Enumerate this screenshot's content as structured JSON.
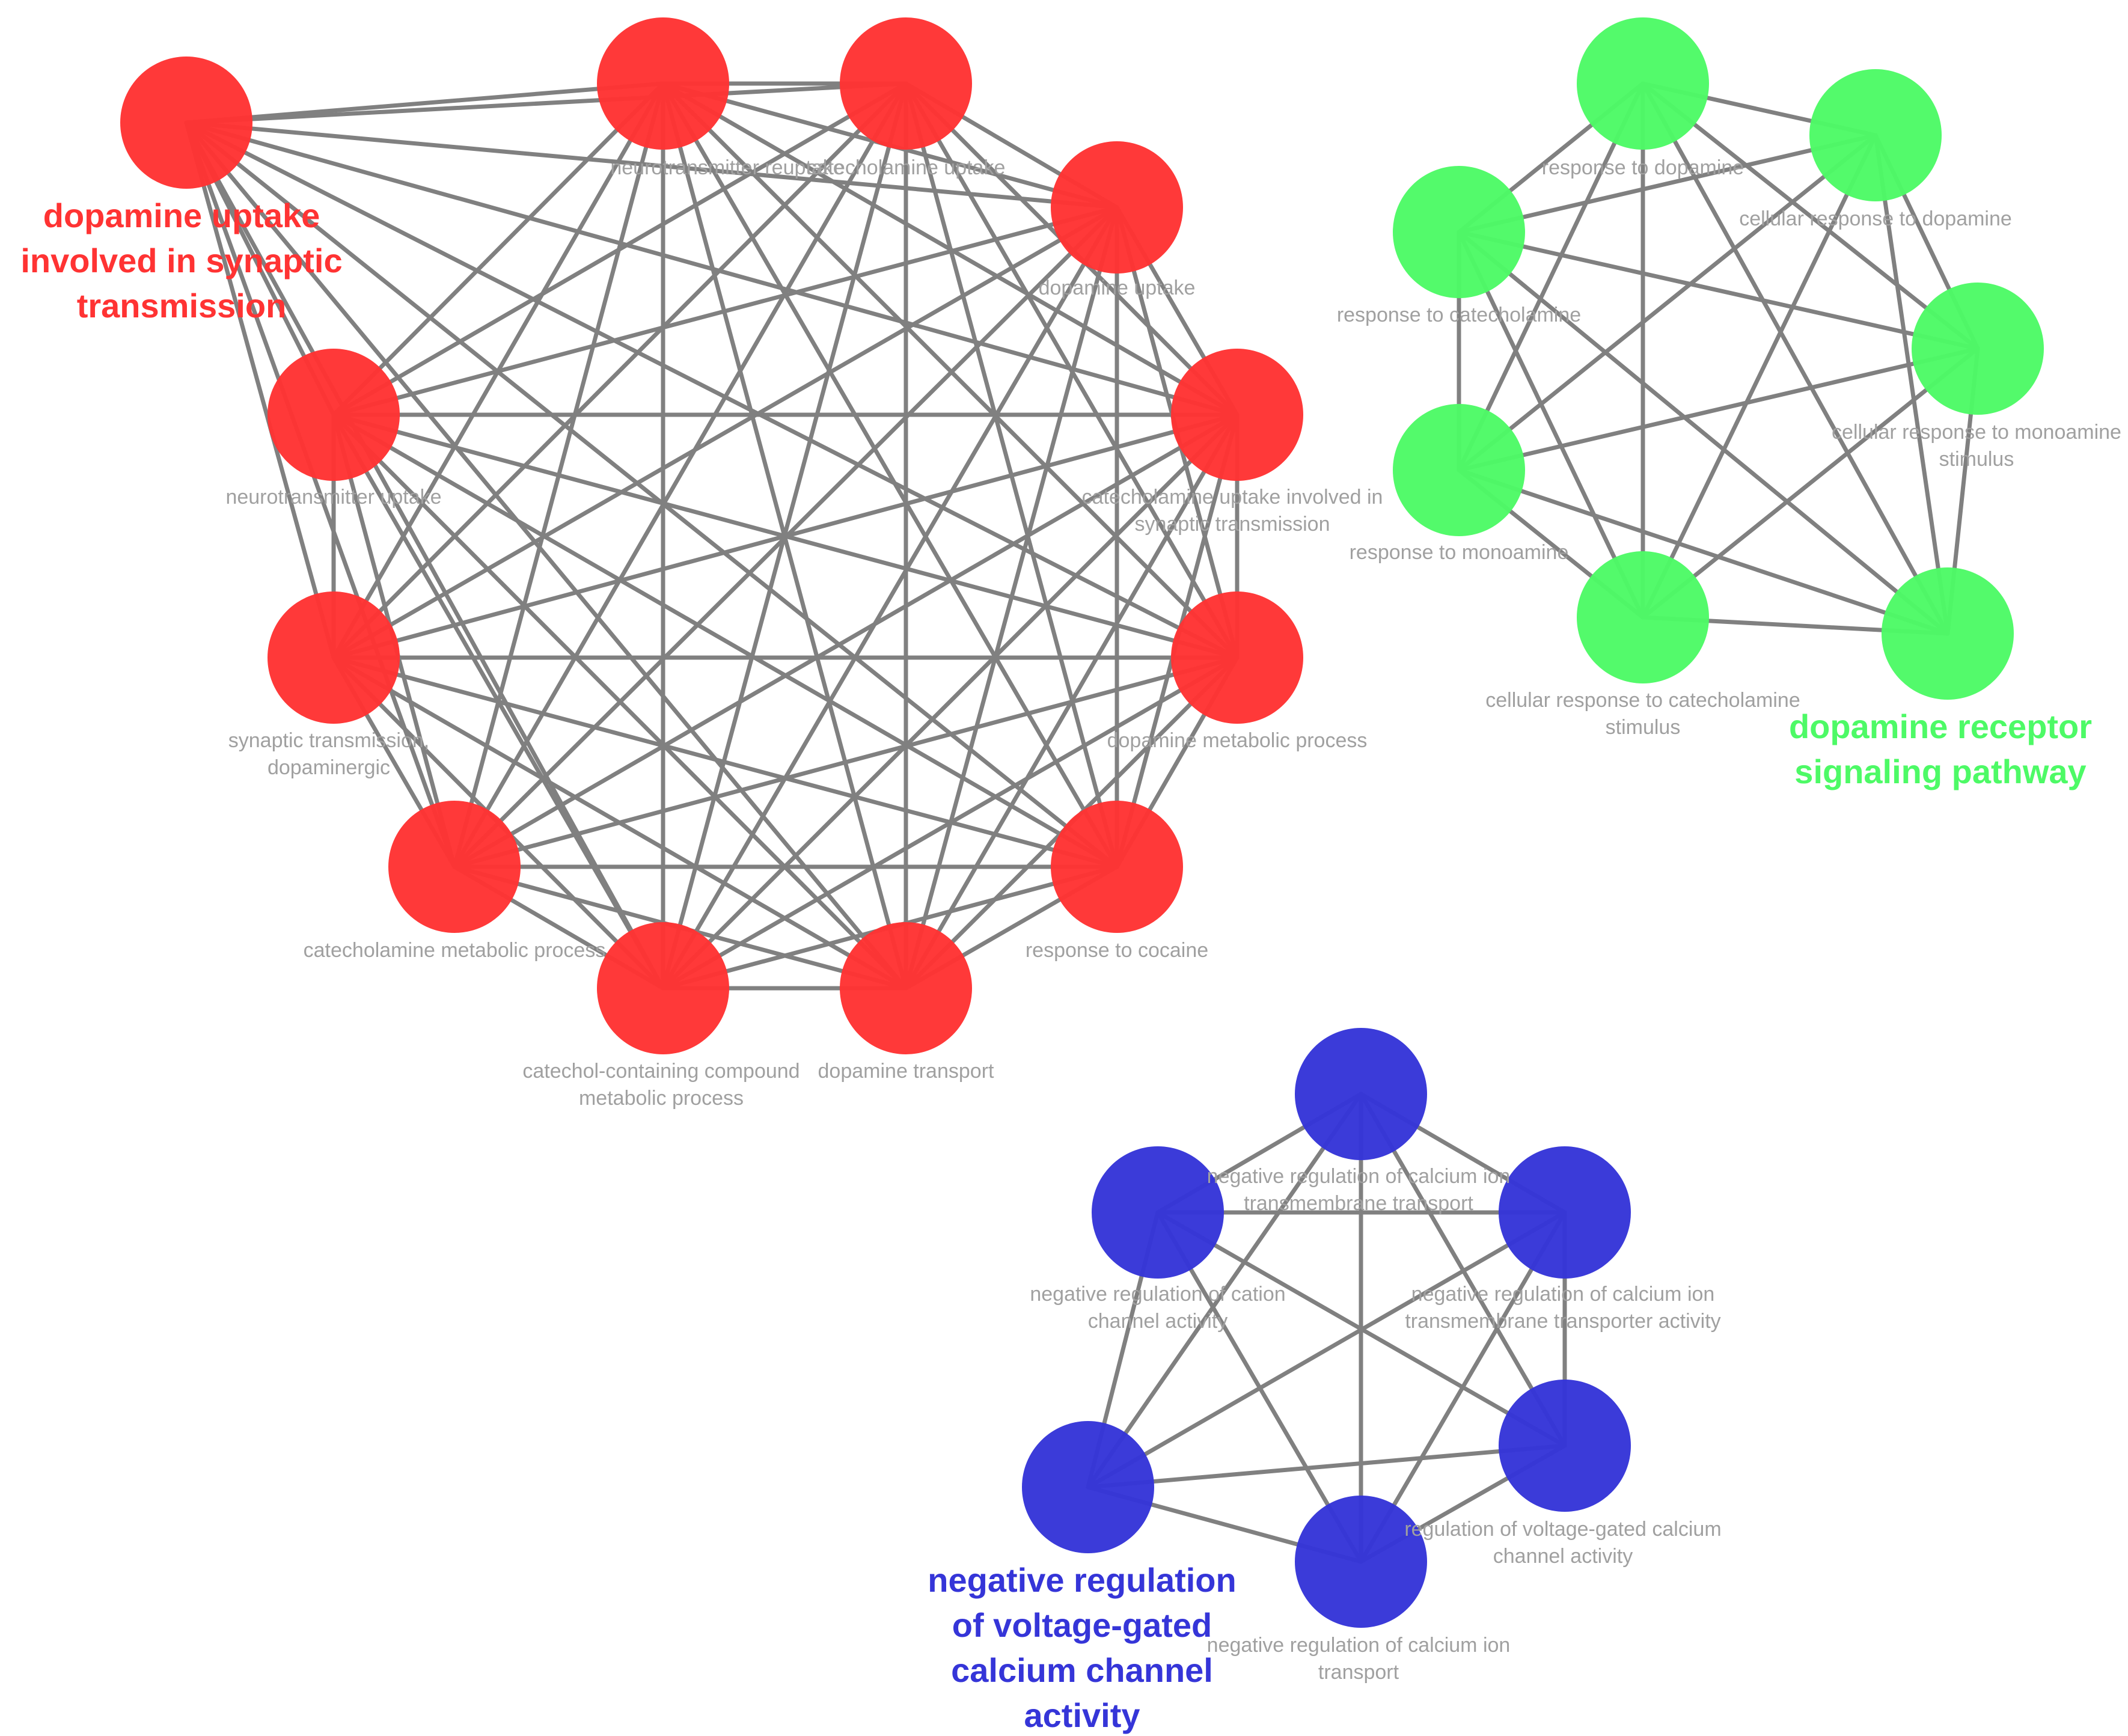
{
  "colors": {
    "edge": "#808080",
    "node_label": "#a0a0a0"
  },
  "clusters": [
    {
      "id": "red",
      "color": "#ff3333",
      "title": [
        "dopamine uptake",
        "involved in synaptic",
        "transmission"
      ],
      "nodes": [
        {
          "id": "r1",
          "label": []
        },
        {
          "id": "r2",
          "label": [
            "neurotransmitter reuptake"
          ]
        },
        {
          "id": "r3",
          "label": [
            "catecholamine uptake"
          ]
        },
        {
          "id": "r4",
          "label": [
            "dopamine uptake"
          ]
        },
        {
          "id": "r5",
          "label": [
            "neurotransmitter uptake"
          ]
        },
        {
          "id": "r6",
          "label": [
            "catecholamine uptake involved in",
            "synaptic transmission"
          ]
        },
        {
          "id": "r7",
          "label": [
            "synaptic transmission,",
            "dopaminergic"
          ]
        },
        {
          "id": "r8",
          "label": [
            "dopamine metabolic process"
          ]
        },
        {
          "id": "r9",
          "label": [
            "catecholamine metabolic process"
          ]
        },
        {
          "id": "r10",
          "label": [
            "response to cocaine"
          ]
        },
        {
          "id": "r11",
          "label": [
            "catechol-containing compound",
            "metabolic process"
          ]
        },
        {
          "id": "r12",
          "label": [
            "dopamine transport"
          ]
        }
      ]
    },
    {
      "id": "green",
      "color": "#4dfa66",
      "title": [
        "dopamine receptor",
        "signaling pathway"
      ],
      "nodes": [
        {
          "id": "g1",
          "label": [
            "response to dopamine"
          ]
        },
        {
          "id": "g2",
          "label": [
            "cellular response to dopamine"
          ]
        },
        {
          "id": "g3",
          "label": [
            "response to catecholamine"
          ]
        },
        {
          "id": "g4",
          "label": [
            "cellular response to monoamine",
            "stimulus"
          ]
        },
        {
          "id": "g5",
          "label": [
            "response to monoamine"
          ]
        },
        {
          "id": "g6",
          "label": [
            "cellular response to catecholamine",
            "stimulus"
          ]
        },
        {
          "id": "g7",
          "label": []
        }
      ]
    },
    {
      "id": "blue",
      "color": "#3535d8",
      "title": [
        "negative regulation",
        "of voltage-gated",
        "calcium channel",
        "activity"
      ],
      "nodes": [
        {
          "id": "b1",
          "label": [
            "negative regulation of calcium ion",
            "transmembrane transport"
          ]
        },
        {
          "id": "b2",
          "label": [
            "negative regulation of cation",
            "channel activity"
          ]
        },
        {
          "id": "b3",
          "label": [
            "negative regulation of calcium ion",
            "transmembrane transporter activity"
          ]
        },
        {
          "id": "b4",
          "label": [
            "regulation of voltage-gated calcium",
            "channel activity"
          ]
        },
        {
          "id": "b5",
          "label": []
        },
        {
          "id": "b6",
          "label": [
            "negative regulation of calcium ion",
            "transport"
          ]
        }
      ]
    }
  ]
}
